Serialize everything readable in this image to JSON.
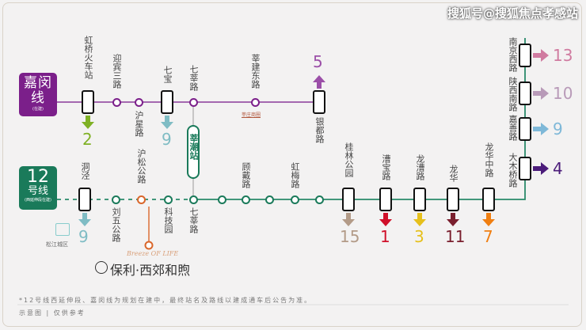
{
  "watermark": "搜狐号@搜狐焦点孝感站",
  "jiamin": {
    "name": "嘉闵线",
    "status": "(在建)",
    "color": "#7b1f8a",
    "stations": [
      "虹桥火车站",
      "迎宾三路",
      "沪星路",
      "七宝",
      "七莘路",
      "莘建东路",
      "银都路"
    ],
    "area_note": "莘庄商圈"
  },
  "line12": {
    "number": "12",
    "name": "号线",
    "status": "(西延伸段在建)",
    "color": "#1a7a5a",
    "stations": [
      "洞泾",
      "刘五公路",
      "沪松公路",
      "科技园",
      "七莘路",
      "顾戴路",
      "虹梅路",
      "桂林公园",
      "漕宝路",
      "龙漕路",
      "龙华",
      "龙华中路",
      "大木桥路",
      "嘉善路",
      "陕西南路",
      "南京西路"
    ]
  },
  "transfer_pill": "莘潮站",
  "transfers": [
    {
      "line": "2",
      "color": "#7fb125"
    },
    {
      "line": "9",
      "color": "#7fbcc4"
    },
    {
      "line": "5",
      "color": "#9b4fa8"
    },
    {
      "line": "9",
      "color": "#7fbcc4"
    },
    {
      "line": "15",
      "color": "#b39b88"
    },
    {
      "line": "1",
      "color": "#d0102a"
    },
    {
      "line": "3",
      "color": "#e6c01c"
    },
    {
      "line": "11",
      "color": "#7a1f2e"
    },
    {
      "line": "7",
      "color": "#f07f12"
    },
    {
      "line": "13",
      "color": "#d07ba0"
    },
    {
      "line": "10",
      "color": "#b89ab8"
    },
    {
      "line": "9",
      "color": "#7eb8d8"
    },
    {
      "line": "4",
      "color": "#4b1c7a"
    }
  ],
  "district": "松江城区",
  "project": {
    "brand": "Breeze OF LIFE",
    "name": "保利·西郊和煦"
  },
  "footnote": "*12号线西延伸段、嘉闵线为规划在建中，最终站名及路线以建成通车后公告为准。",
  "disclaimer": "示意图 | 仅供参考"
}
